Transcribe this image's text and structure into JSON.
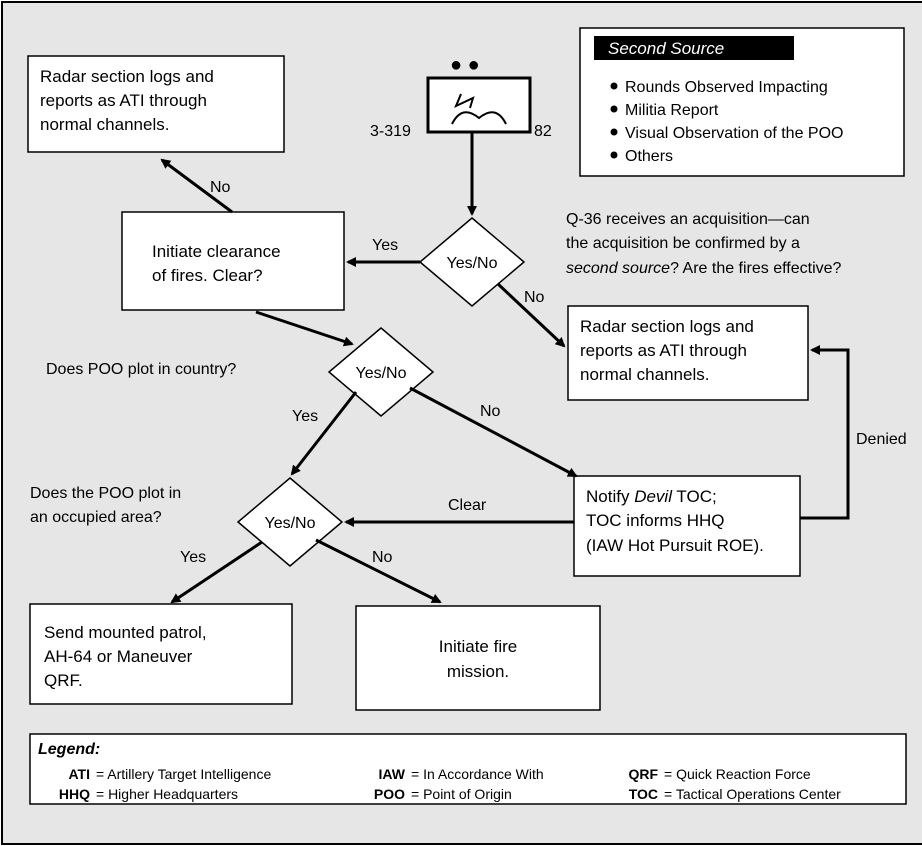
{
  "colors": {
    "panel_bg": "#e6e6e6",
    "box_bg": "#ffffff",
    "ink": "#000000",
    "legend_header_bg": "#000000",
    "legend_header_text": "#ffffff"
  },
  "unit_symbol": {
    "dots": "● ●",
    "icon": "radar-unit-symbol-icon",
    "left_label": "3-319",
    "right_label": "82"
  },
  "second_source": {
    "title": "Second Source",
    "items": [
      "Rounds Observed Impacting",
      "Militia Report",
      "Visual Observation of the POO",
      "Others"
    ]
  },
  "question_main": {
    "line1": "Q-36 receives an acquisition—can",
    "line2": "the acquisition be confirmed by a",
    "line3_italic": "second source",
    "line3_rest": "? Are the fires effective?"
  },
  "question_country": "Does POO plot in country?",
  "question_occupied": {
    "line1": "Does the POO plot in",
    "line2": "an occupied area?"
  },
  "decisions": {
    "d1": "Yes/No",
    "d2": "Yes/No",
    "d3": "Yes/No"
  },
  "boxes": {
    "radar_top": {
      "line1": "Radar section logs and",
      "line2": "reports as ATI through",
      "line3": "normal channels."
    },
    "clearance": {
      "line1": "Initiate clearance",
      "line2": "of fires. Clear?"
    },
    "radar_right": {
      "line1": "Radar section logs and",
      "line2": "reports as ATI through",
      "line3": "normal channels."
    },
    "notify": {
      "line1_pre": "Notify ",
      "line1_italic": "Devil",
      "line1_post": " TOC;",
      "line2": "TOC informs HHQ",
      "line3": "(IAW Hot Pursuit ROE)."
    },
    "patrol": {
      "line1": "Send mounted patrol,",
      "line2": "AH-64 or Maneuver",
      "line3": "QRF."
    },
    "fire": {
      "line1": "Initiate fire",
      "line2": "mission."
    }
  },
  "edge_labels": {
    "no_to_radar_top": "No",
    "yes_to_clearance": "Yes",
    "no_to_radar_right": "No",
    "yes_in_country": "Yes",
    "no_in_country": "No",
    "denied": "Denied",
    "clear": "Clear",
    "yes_occupied": "Yes",
    "no_occupied": "No"
  },
  "legend": {
    "title": "Legend:",
    "entries": [
      {
        "abbr": "ATI",
        "text": "= Artillery Target Intelligence"
      },
      {
        "abbr": "IAW",
        "text": "= In Accordance With"
      },
      {
        "abbr": "QRF",
        "text": "= Quick Reaction Force"
      },
      {
        "abbr": "HHQ",
        "text": "= Higher Headquarters"
      },
      {
        "abbr": "POO",
        "text": "= Point of Origin"
      },
      {
        "abbr": "TOC",
        "text": "= Tactical Operations Center"
      }
    ]
  }
}
